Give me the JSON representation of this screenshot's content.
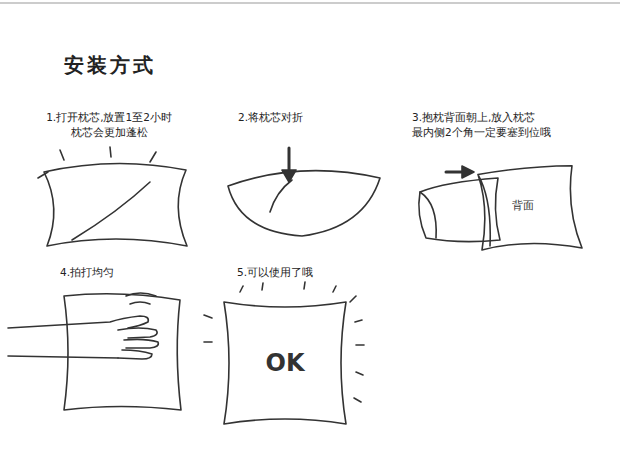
{
  "diagram": {
    "title": "安装方式",
    "nodes": [
      {
        "text": [
          "背面"
        ]
      },
      {
        "text": [
          "OK"
        ]
      }
    ],
    "labels": [
      "1.打开枕芯,放置1至2小时 枕芯会更加蓬松",
      "2.将枕芯对折",
      "3.抱枕背面朝上,放入枕芯 最内侧2个角一定要塞到位哦",
      "4.拍打均匀",
      "5.可以使用了哦"
    ]
  }
}
